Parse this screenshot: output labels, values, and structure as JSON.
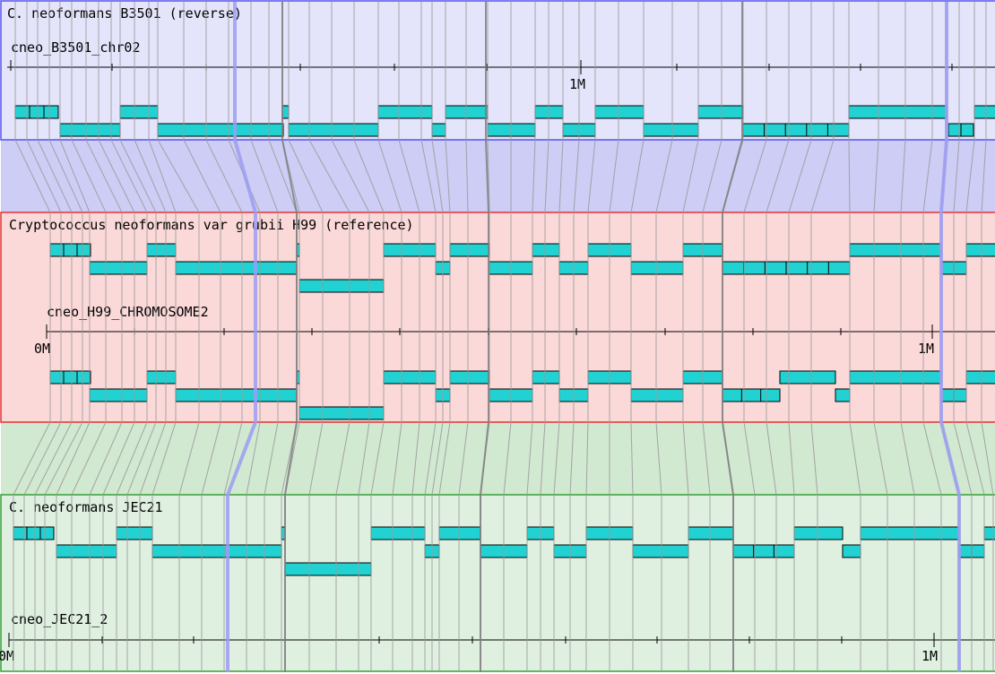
{
  "colors": {
    "top_fill": "#e4e4fb",
    "top_border": "#5555ee",
    "top_band": "#c8c8f4",
    "mid_fill": "#fcd9d9",
    "mid_border": "#e33333",
    "mid_band": "#f0d0c0",
    "bot_fill": "#dff0e0",
    "bot_border": "#33a033",
    "bot_band": "#cce6cc",
    "block": "#22d2d2",
    "block_border": "#000000",
    "link_line": "#999999",
    "highlight_line": "#9c9cf2"
  },
  "tracks": {
    "top": {
      "title": "C. neoformans B3501 (reverse)",
      "chrom": "cneo_B3501_chr02",
      "tick_label": "1M"
    },
    "middle": {
      "title": "Cryptococcus neoformans var grubii H99 (reference)",
      "chrom": "cneo_H99_CHROMOSOME2",
      "tick_label_start": "0M",
      "tick_label_end": "1M"
    },
    "bottom": {
      "title": "C. neoformans JEC21",
      "chrom": "cneo_JEC21_2",
      "tick_label_start": "0M",
      "tick_label_end": "1M"
    }
  }
}
